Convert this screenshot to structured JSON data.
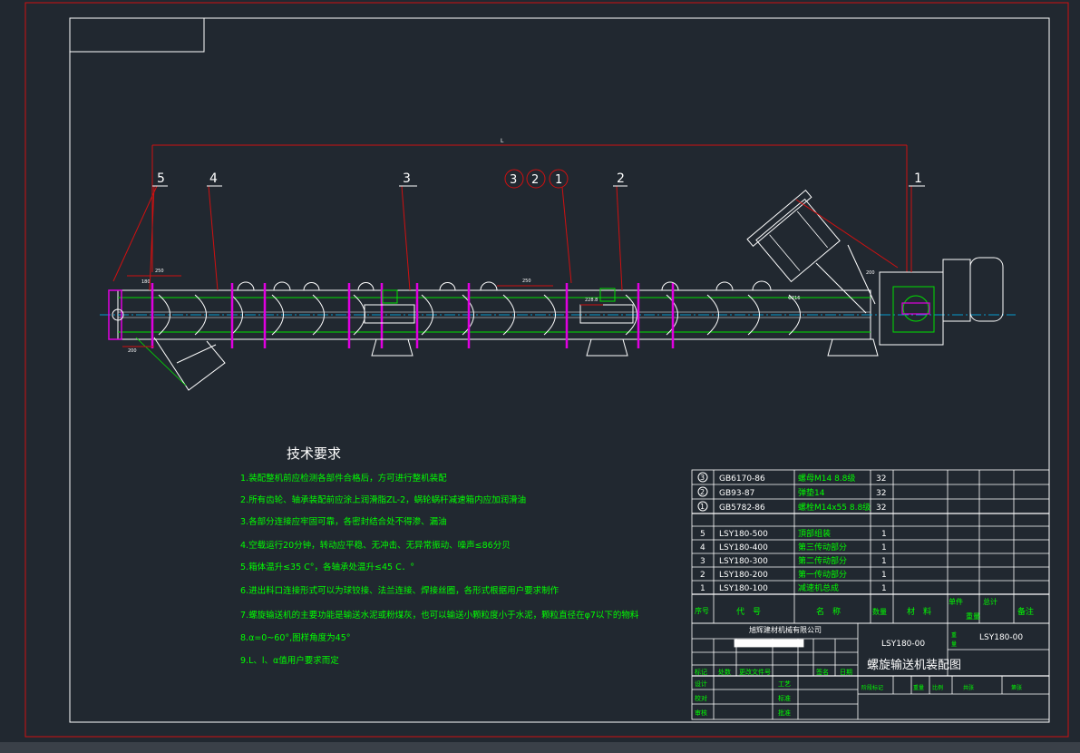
{
  "title_block_note": {
    "text": "技术要求"
  },
  "requirements": [
    "1.装配整机前应检测各部件合格后，方可进行整机装配",
    "2.所有齿轮、轴承装配前应涂上润滑脂ZL-2，蜗轮蜗杆减速箱内应加润滑油",
    "3.各部分连接应牢固可靠，各密封结合处不得渗、漏油",
    "4.空载运行20分钟，转动应平稳、无冲击、无异常振动、噪声≤86分贝",
    "5.箱体温升≤35 C°，各轴承处温升≤45 C．°",
    "6.进出料口连接形式可以为球铰接、法兰连接、焊接丝圈，各形式根据用户要求制作",
    "7.螺旋输送机的主要功能是输送水泥或粉煤灰，也可以输送小颗粒度小于水泥，颗粒直径在φ7以下的物料",
    "8.α=0~60°,图样角度为45°",
    "9.L、l、α值用户要求而定"
  ],
  "balloons": {
    "b5": "5",
    "b4": "4",
    "b3": "3",
    "c3": "3",
    "c2": "2",
    "c1": "1",
    "b2": "2",
    "b1": "1"
  },
  "dims": {
    "overall": "L",
    "d1": "250",
    "d2": "180",
    "d3": "200",
    "d4": "250",
    "d5": "228.8",
    "d6": "200",
    "d7": "Φ216"
  },
  "bom": {
    "rows": [
      {
        "no": "3",
        "code": "GB6170-86",
        "name": "螺母M14 8.8级",
        "qty": "32",
        "circled": true
      },
      {
        "no": "2",
        "code": "GB93-87",
        "name": "弹垫14",
        "qty": "32",
        "circled": true
      },
      {
        "no": "1",
        "code": "GB5782-86",
        "name": "螺栓M14x55 8.8级",
        "qty": "32",
        "circled": true
      },
      {
        "no": "5",
        "code": "LSY180-500",
        "name": "頂部组装",
        "qty": "1",
        "circled": false
      },
      {
        "no": "4",
        "code": "LSY180-400",
        "name": "第三传动部分",
        "qty": "1",
        "circled": false
      },
      {
        "no": "3",
        "code": "LSY180-300",
        "name": "第二传动部分",
        "qty": "1",
        "circled": false
      },
      {
        "no": "2",
        "code": "LSY180-200",
        "name": "第一传动部分",
        "qty": "1",
        "circled": false
      },
      {
        "no": "1",
        "code": "LSY180-100",
        "name": "减速机总成",
        "qty": "1",
        "circled": false
      }
    ],
    "header": {
      "no": "序号",
      "code": "代　号",
      "name": "名　称",
      "qty": "数量",
      "material": "材　料",
      "unit": "单件",
      "total": "总计",
      "weight": "重量",
      "note": "备注"
    }
  },
  "title_block": {
    "company": "旭辉建材机械有限公司",
    "drawing_no": "LSY180-00",
    "drawing_no_right": "LSY180-00",
    "drawing_title": "螺旋输送机装配图",
    "row_labels": [
      "标记",
      "处数",
      "更改文件号",
      "签名",
      "日期"
    ],
    "sign_labels": [
      "设计",
      "校对",
      "审核",
      "工艺",
      "标准",
      "批准"
    ],
    "stage_labels": [
      "阶段标记",
      "重量",
      "比例",
      "共张",
      "第张"
    ],
    "side_labels": [
      "重",
      "量"
    ]
  }
}
